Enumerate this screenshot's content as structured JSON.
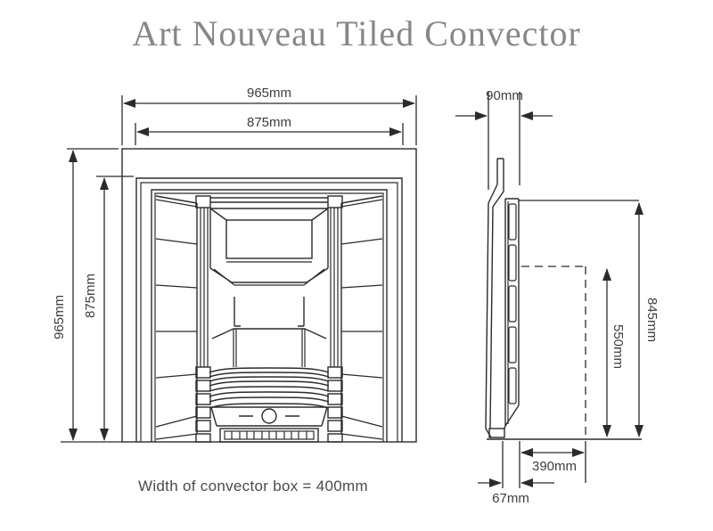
{
  "title": "Art Nouveau Tiled Convector",
  "note": "Width of convector box = 400mm",
  "colors": {
    "background": "#ffffff",
    "line": "#2b2b2b",
    "title_text": "#878787",
    "dim_text": "#3d3d3d",
    "note_text": "#4a4a4a"
  },
  "front_view": {
    "name": "Fireplace front elevation",
    "dims": {
      "overall_width": "965mm",
      "frame_width": "875mm",
      "overall_height": "965mm",
      "frame_height": "875mm"
    }
  },
  "side_view": {
    "name": "Fireplace side profile",
    "dims": {
      "top_depth": "90mm",
      "overall_height": "845mm",
      "lower_height": "550mm",
      "hearth_depth": "390mm",
      "foot_depth": "67mm"
    }
  }
}
